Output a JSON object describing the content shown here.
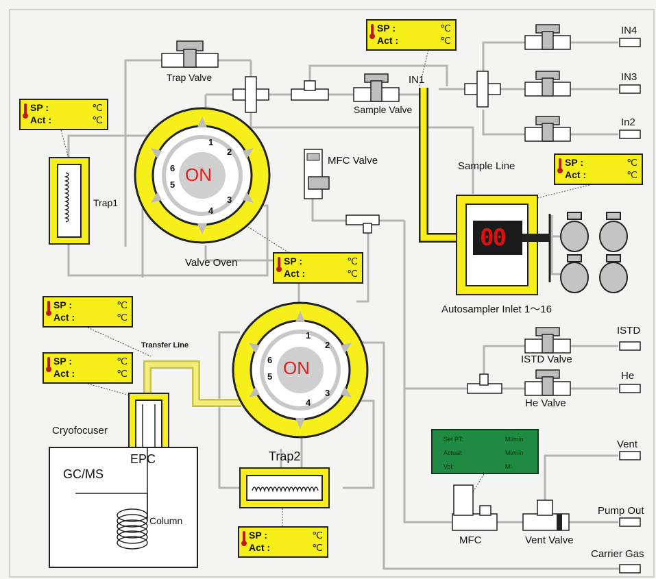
{
  "diagram_title": "",
  "temp_boxes": {
    "sp_label": "SP :",
    "act_label": "Act :",
    "unit": "℃"
  },
  "labels": {
    "trap_valve": "Trap Valve",
    "sample_valve": "Sample Valve",
    "in1": "IN1",
    "in2": "In2",
    "in3": "IN3",
    "in4": "IN4",
    "mfc_valve": "MFC Valve",
    "sample_line": "Sample Line",
    "trap1": "Trap1",
    "valve_oven": "Valve Oven",
    "autosampler_inlet": "Autosampler Inlet 1～16",
    "autosampler_display": "00",
    "transfer_line": "Transfer Line",
    "istd": "ISTD",
    "istd_valve": "ISTD Valve",
    "he": "He",
    "he_valve": "He Valve",
    "cryofocuser": "Cryofocuser",
    "epc": "EPC",
    "gcms": "GC/MS",
    "column": "Column",
    "trap2": "Trap2",
    "vent": "Vent",
    "vent_valve": "Vent Valve",
    "mfc": "MFC",
    "pump_out": "Pump Out",
    "carrier_gas": "Carrier Gas"
  },
  "valve1": {
    "state": "ON",
    "ports": [
      "1",
      "2",
      "3",
      "4",
      "5",
      "6"
    ]
  },
  "valve2": {
    "state": "ON",
    "ports": [
      "1",
      "2",
      "3",
      "4",
      "5",
      "6"
    ]
  },
  "mfc_panel": {
    "set_pt_label": "Set PT:",
    "actual_label": "Actual:",
    "vol_label": "Vol:",
    "set_pt_unit": "Ml/min",
    "actual_unit": "Ml/min",
    "vol_unit": "Ml"
  },
  "colors": {
    "heated_yellow": "#f7ef1a",
    "display_red": "#e01010",
    "mfc_green": "#1f8a42",
    "valve_gray": "#b8b8b8"
  }
}
